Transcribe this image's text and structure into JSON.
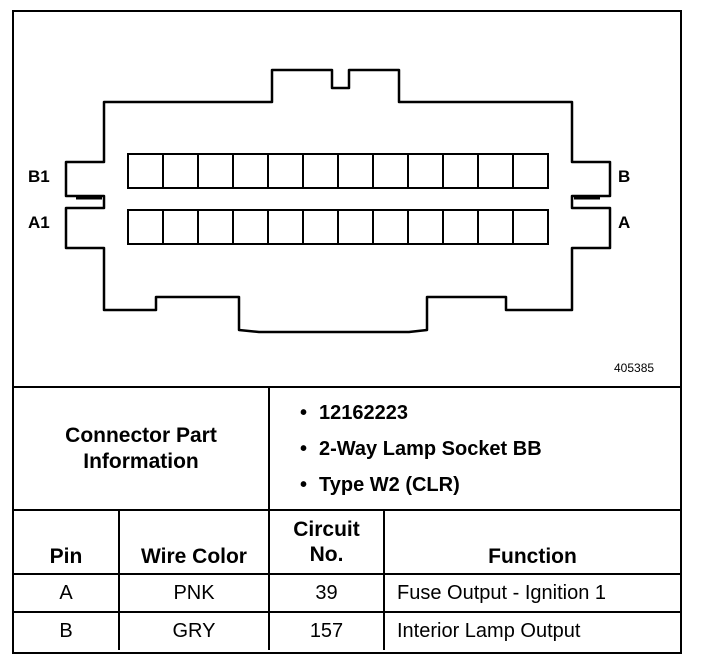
{
  "diagram": {
    "pin_labels": {
      "top_left": "B1",
      "bottom_left": "A1",
      "top_right": "B",
      "bottom_right": "A"
    },
    "figure_number": "405385",
    "cavities_per_row": 12,
    "rows": 2
  },
  "connector_info": {
    "label_line1": "Connector Part",
    "label_line2": "Information",
    "items": [
      "12162223",
      "2-Way Lamp Socket BB",
      "Type W2 (CLR)"
    ]
  },
  "pin_table": {
    "headers": {
      "pin": "Pin",
      "wire_color": "Wire Color",
      "circuit_line1": "Circuit",
      "circuit_line2": "No.",
      "function": "Function"
    },
    "rows": [
      {
        "pin": "A",
        "wire_color": "PNK",
        "circuit": "39",
        "function": "Fuse Output - Ignition 1"
      },
      {
        "pin": "B",
        "wire_color": "GRY",
        "circuit": "157",
        "function": "Interior Lamp Output"
      }
    ]
  }
}
